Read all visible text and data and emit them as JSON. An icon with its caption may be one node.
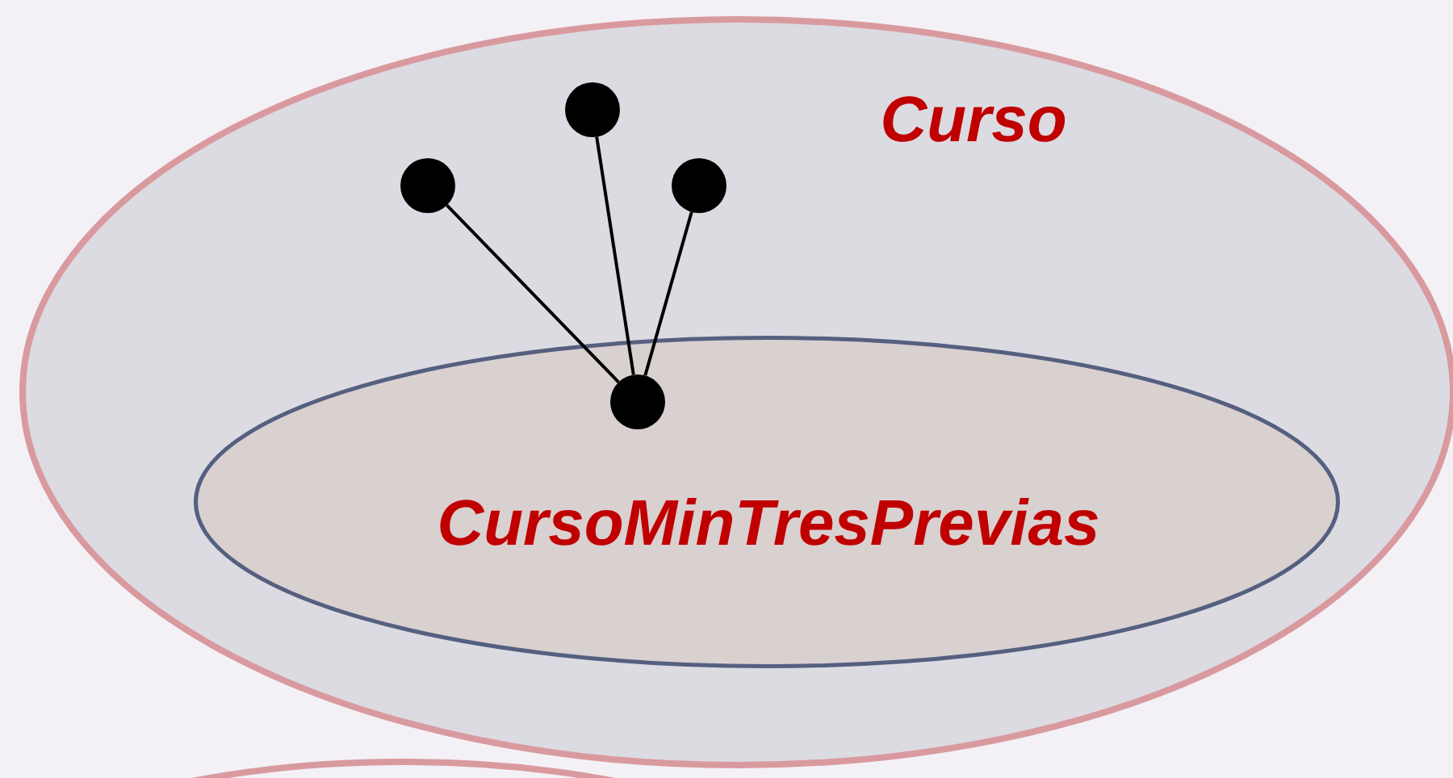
{
  "diagram": {
    "nodes": [
      {
        "text": [
          "Curso"
        ]
      },
      {
        "text": [
          "CursoMinTresPrevias"
        ],
        "in": 0
      },
      {
        "text": [],
        "shape": "circle",
        "in": 0
      },
      {
        "text": [],
        "shape": "circle",
        "in": 0
      },
      {
        "text": [],
        "shape": "circle",
        "in": 0
      },
      {
        "text": [],
        "shape": "circle",
        "in": 1
      }
    ],
    "edges": [
      {
        "from": 5,
        "to": 2,
        "arrow": "none"
      },
      {
        "from": 5,
        "to": 3,
        "arrow": "none"
      },
      {
        "from": 5,
        "to": 4,
        "arrow": "none"
      }
    ]
  }
}
